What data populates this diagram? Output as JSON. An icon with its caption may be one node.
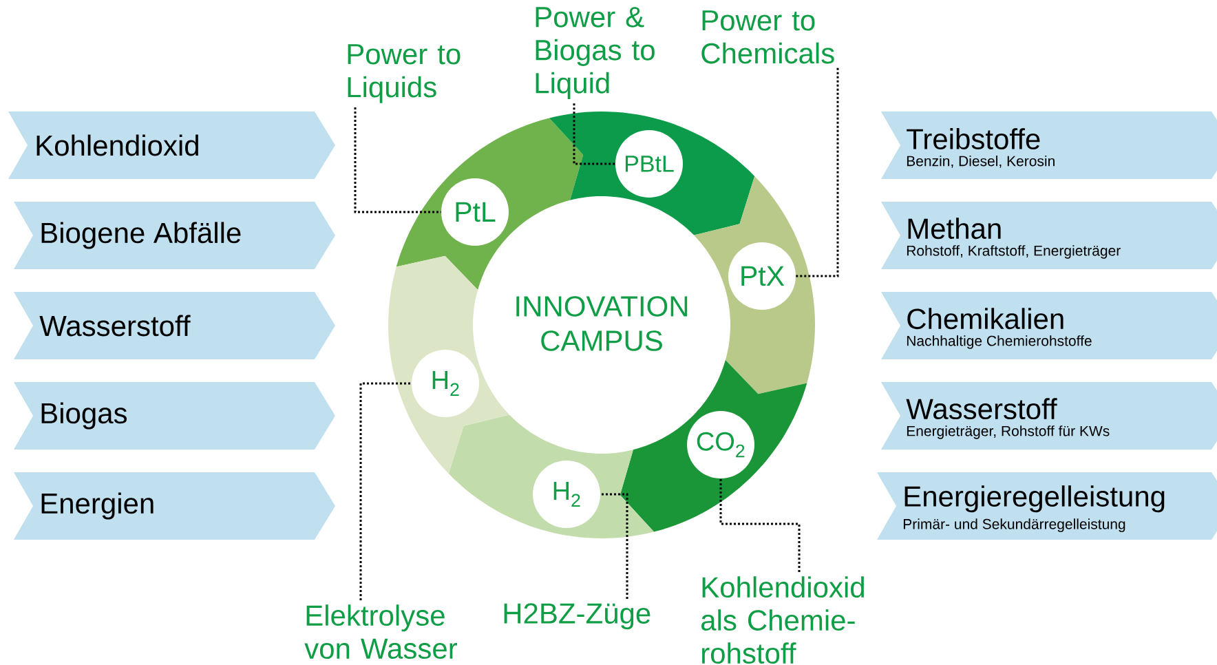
{
  "diagram": {
    "nodes": [
      {
        "text": [
          "Kohlendioxid"
        ]
      },
      {
        "text": [
          "Biogene Abfälle"
        ]
      },
      {
        "text": [
          "Wasserstoff"
        ]
      },
      {
        "text": [
          "Biogas"
        ]
      },
      {
        "text": [
          "Energien"
        ]
      },
      {
        "text": [
          "Treibstoffe",
          "Benzin, Diesel, Kerosin"
        ]
      },
      {
        "text": [
          "Methan",
          "Rohstoff, Kraftstoff, Energieträger"
        ]
      },
      {
        "text": [
          "Chemikalien",
          "Nachhaltige Chemierohstoffe"
        ]
      },
      {
        "text": [
          "Wasserstoff",
          "Energieträger, Rohstoff für KWs"
        ]
      },
      {
        "text": [
          "Energieregelleistung",
          "Primär- und Sekundärregelleistung"
        ]
      },
      {
        "text": [
          "INNOVATION CAMPUS"
        ]
      },
      {
        "text": [
          "PtL"
        ]
      },
      {
        "text": [
          "PBtL"
        ]
      },
      {
        "text": [
          "PtX"
        ]
      },
      {
        "text": [
          "H$_{2}$"
        ]
      },
      {
        "text": [
          "H$_{2}$"
        ]
      },
      {
        "text": [
          "CO$_{2}$"
        ]
      },
      {
        "text": [
          "Power to Liquids"
        ]
      },
      {
        "text": [
          "Power & Biogas to Liquid"
        ]
      },
      {
        "text": [
          "Power to Chemicals"
        ]
      },
      {
        "text": [
          "Elektrolyse von Wasser"
        ]
      },
      {
        "text": [
          "H2BZ-Züge"
        ]
      },
      {
        "text": [
          "Kohlendioxid als Chemie-rohstoff"
        ]
      }
    ],
    "edges": [
      {
        "from": 17,
        "to": 11,
        "arrow": "none"
      },
      {
        "from": 18,
        "to": 12,
        "arrow": "none"
      },
      {
        "from": 19,
        "to": 13,
        "arrow": "none"
      },
      {
        "from": 20,
        "to": 14,
        "arrow": "none"
      },
      {
        "from": 21,
        "to": 15,
        "arrow": "none"
      },
      {
        "from": 22,
        "to": 16,
        "arrow": "none"
      }
    ]
  }
}
